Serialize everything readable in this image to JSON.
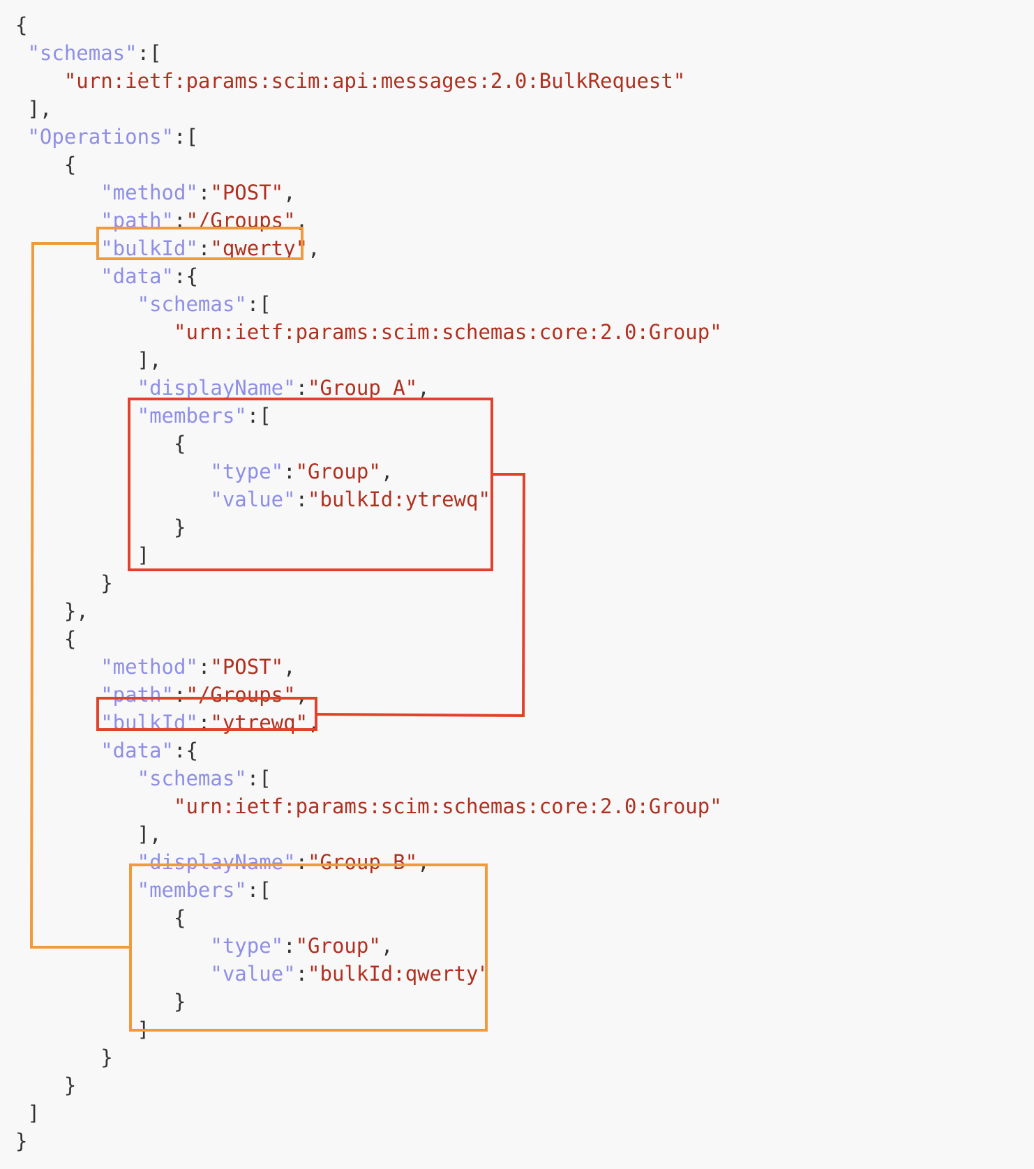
{
  "colors": {
    "key": "#8e8ee6",
    "string": "#b0301f",
    "punct": "#333333",
    "orange_link": "#ef9a3c",
    "red_link": "#e2422c",
    "background": "#f8f8f8"
  },
  "code_lines": [
    [
      {
        "t": "p",
        "v": "{"
      }
    ],
    [
      {
        "t": "p",
        "v": " "
      },
      {
        "t": "k",
        "v": "\"schemas\""
      },
      {
        "t": "p",
        "v": ":["
      }
    ],
    [
      {
        "t": "p",
        "v": "    "
      },
      {
        "t": "s",
        "v": "\"urn:ietf:params:scim:api:messages:2.0:BulkRequest\""
      }
    ],
    [
      {
        "t": "p",
        "v": " ],"
      }
    ],
    [
      {
        "t": "p",
        "v": " "
      },
      {
        "t": "k",
        "v": "\"Operations\""
      },
      {
        "t": "p",
        "v": ":["
      }
    ],
    [
      {
        "t": "p",
        "v": "    {"
      }
    ],
    [
      {
        "t": "p",
        "v": "       "
      },
      {
        "t": "k",
        "v": "\"method\""
      },
      {
        "t": "p",
        "v": ":"
      },
      {
        "t": "s",
        "v": "\"POST\""
      },
      {
        "t": "p",
        "v": ","
      }
    ],
    [
      {
        "t": "p",
        "v": "       "
      },
      {
        "t": "k",
        "v": "\"path\""
      },
      {
        "t": "p",
        "v": ":"
      },
      {
        "t": "s",
        "v": "\"/Groups\""
      },
      {
        "t": "p",
        "v": ","
      }
    ],
    [
      {
        "t": "p",
        "v": "       "
      },
      {
        "t": "k",
        "v": "\"bulkId\""
      },
      {
        "t": "p",
        "v": ":"
      },
      {
        "t": "s",
        "v": "\"qwerty\""
      },
      {
        "t": "p",
        "v": ","
      }
    ],
    [
      {
        "t": "p",
        "v": "       "
      },
      {
        "t": "k",
        "v": "\"data\""
      },
      {
        "t": "p",
        "v": ":{"
      }
    ],
    [
      {
        "t": "p",
        "v": "          "
      },
      {
        "t": "k",
        "v": "\"schemas\""
      },
      {
        "t": "p",
        "v": ":["
      }
    ],
    [
      {
        "t": "p",
        "v": "             "
      },
      {
        "t": "s",
        "v": "\"urn:ietf:params:scim:schemas:core:2.0:Group\""
      }
    ],
    [
      {
        "t": "p",
        "v": "          ],"
      }
    ],
    [
      {
        "t": "p",
        "v": "          "
      },
      {
        "t": "k",
        "v": "\"displayName\""
      },
      {
        "t": "p",
        "v": ":"
      },
      {
        "t": "s",
        "v": "\"Group A\""
      },
      {
        "t": "p",
        "v": ","
      }
    ],
    [
      {
        "t": "p",
        "v": "          "
      },
      {
        "t": "k",
        "v": "\"members\""
      },
      {
        "t": "p",
        "v": ":["
      }
    ],
    [
      {
        "t": "p",
        "v": "             {"
      }
    ],
    [
      {
        "t": "p",
        "v": "                "
      },
      {
        "t": "k",
        "v": "\"type\""
      },
      {
        "t": "p",
        "v": ":"
      },
      {
        "t": "s",
        "v": "\"Group\""
      },
      {
        "t": "p",
        "v": ","
      }
    ],
    [
      {
        "t": "p",
        "v": "                "
      },
      {
        "t": "k",
        "v": "\"value\""
      },
      {
        "t": "p",
        "v": ":"
      },
      {
        "t": "s",
        "v": "\"bulkId:ytrewq\""
      }
    ],
    [
      {
        "t": "p",
        "v": "             }"
      }
    ],
    [
      {
        "t": "p",
        "v": "          ]"
      }
    ],
    [
      {
        "t": "p",
        "v": "       }"
      }
    ],
    [
      {
        "t": "p",
        "v": "    },"
      }
    ],
    [
      {
        "t": "p",
        "v": "    {"
      }
    ],
    [
      {
        "t": "p",
        "v": "       "
      },
      {
        "t": "k",
        "v": "\"method\""
      },
      {
        "t": "p",
        "v": ":"
      },
      {
        "t": "s",
        "v": "\"POST\""
      },
      {
        "t": "p",
        "v": ","
      }
    ],
    [
      {
        "t": "p",
        "v": "       "
      },
      {
        "t": "k",
        "v": "\"path\""
      },
      {
        "t": "p",
        "v": ":"
      },
      {
        "t": "s",
        "v": "\"/Groups\""
      },
      {
        "t": "p",
        "v": ","
      }
    ],
    [
      {
        "t": "p",
        "v": "       "
      },
      {
        "t": "k",
        "v": "\"bulkId\""
      },
      {
        "t": "p",
        "v": ":"
      },
      {
        "t": "s",
        "v": "\"ytrewq\""
      },
      {
        "t": "p",
        "v": ","
      }
    ],
    [
      {
        "t": "p",
        "v": "       "
      },
      {
        "t": "k",
        "v": "\"data\""
      },
      {
        "t": "p",
        "v": ":{"
      }
    ],
    [
      {
        "t": "p",
        "v": "          "
      },
      {
        "t": "k",
        "v": "\"schemas\""
      },
      {
        "t": "p",
        "v": ":["
      }
    ],
    [
      {
        "t": "p",
        "v": "             "
      },
      {
        "t": "s",
        "v": "\"urn:ietf:params:scim:schemas:core:2.0:Group\""
      }
    ],
    [
      {
        "t": "p",
        "v": "          ],"
      }
    ],
    [
      {
        "t": "p",
        "v": "          "
      },
      {
        "t": "k",
        "v": "\"displayName\""
      },
      {
        "t": "p",
        "v": ":"
      },
      {
        "t": "s",
        "v": "\"Group B\""
      },
      {
        "t": "p",
        "v": ","
      }
    ],
    [
      {
        "t": "p",
        "v": "          "
      },
      {
        "t": "k",
        "v": "\"members\""
      },
      {
        "t": "p",
        "v": ":["
      }
    ],
    [
      {
        "t": "p",
        "v": "             {"
      }
    ],
    [
      {
        "t": "p",
        "v": "                "
      },
      {
        "t": "k",
        "v": "\"type\""
      },
      {
        "t": "p",
        "v": ":"
      },
      {
        "t": "s",
        "v": "\"Group\""
      },
      {
        "t": "p",
        "v": ","
      }
    ],
    [
      {
        "t": "p",
        "v": "                "
      },
      {
        "t": "k",
        "v": "\"value\""
      },
      {
        "t": "p",
        "v": ":"
      },
      {
        "t": "s",
        "v": "\"bulkId:qwerty\""
      }
    ],
    [
      {
        "t": "p",
        "v": "             }"
      }
    ],
    [
      {
        "t": "p",
        "v": "          ]"
      }
    ],
    [
      {
        "t": "p",
        "v": "       }"
      }
    ],
    [
      {
        "t": "p",
        "v": "    }"
      }
    ],
    [
      {
        "t": "p",
        "v": " ]"
      }
    ],
    [
      {
        "t": "p",
        "v": "}"
      }
    ]
  ]
}
